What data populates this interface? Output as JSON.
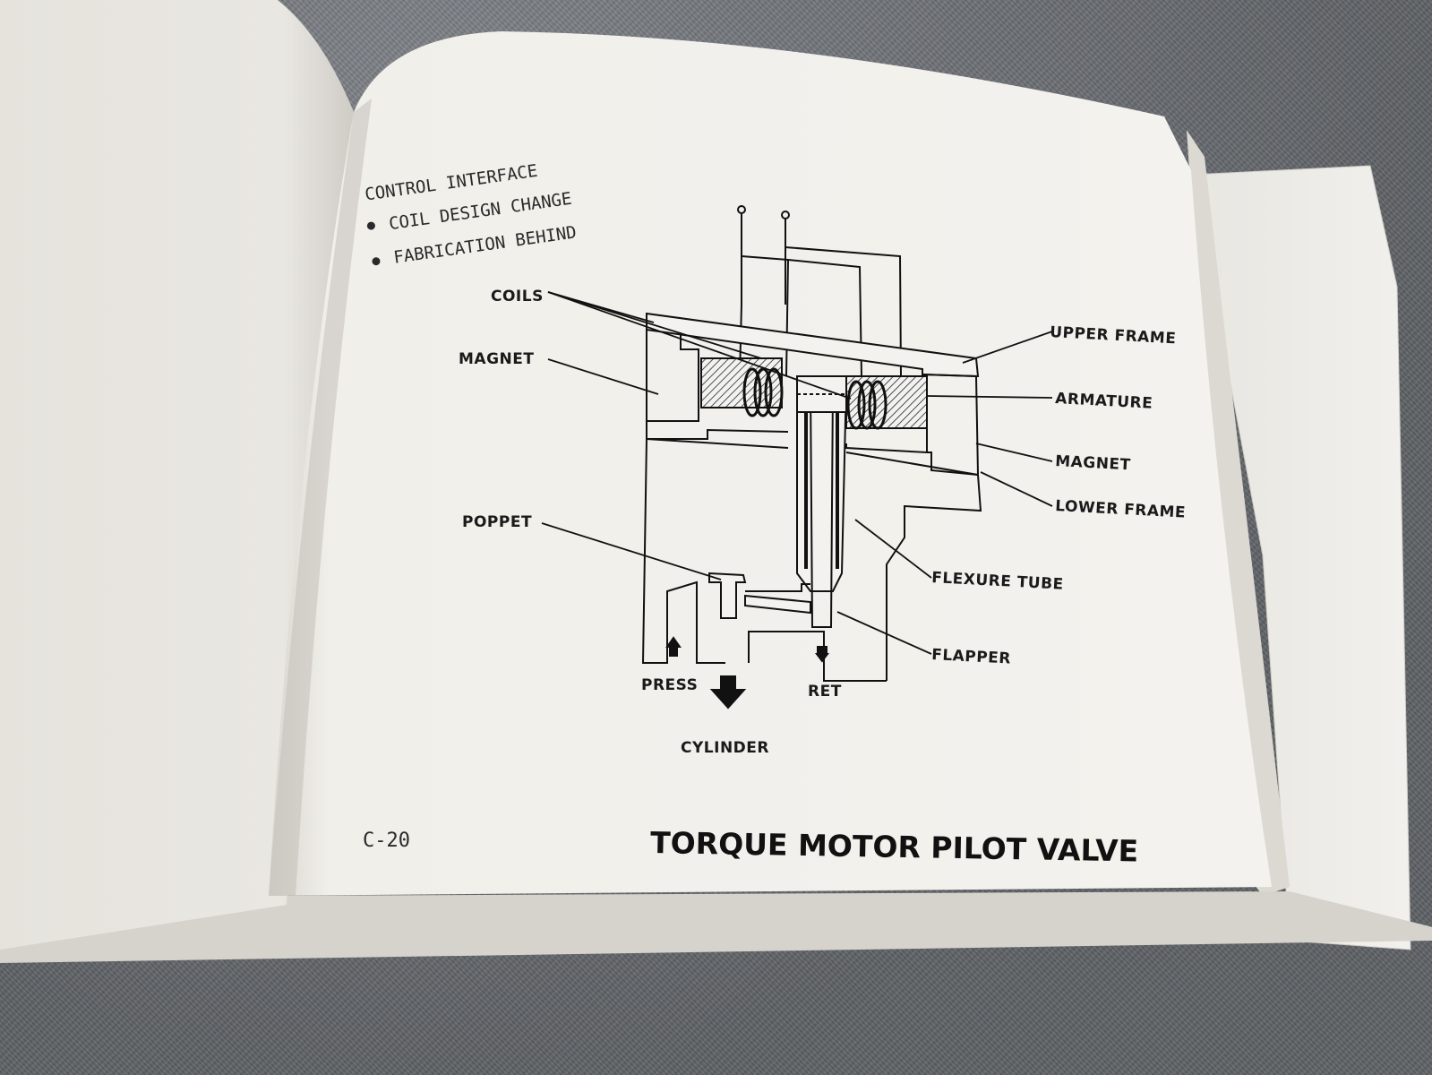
{
  "notes": {
    "heading": "CONTROL INTERFACE",
    "bullet_1": "COIL DESIGN CHANGE",
    "bullet_2": "FABRICATION BEHIND"
  },
  "labels": {
    "coils": "COILS",
    "magnet_left": "MAGNET",
    "poppet": "POPPET",
    "upper_frame": "UPPER FRAME",
    "armature": "ARMATURE",
    "magnet_right": "MAGNET",
    "lower_frame": "LOWER FRAME",
    "flexure_tube": "FLEXURE TUBE",
    "flapper": "FLAPPER",
    "press": "PRESS",
    "ret": "RET",
    "cylinder": "CYLINDER"
  },
  "footer": {
    "page_number": "C-20",
    "caption": "TORQUE MOTOR PILOT VALVE"
  }
}
